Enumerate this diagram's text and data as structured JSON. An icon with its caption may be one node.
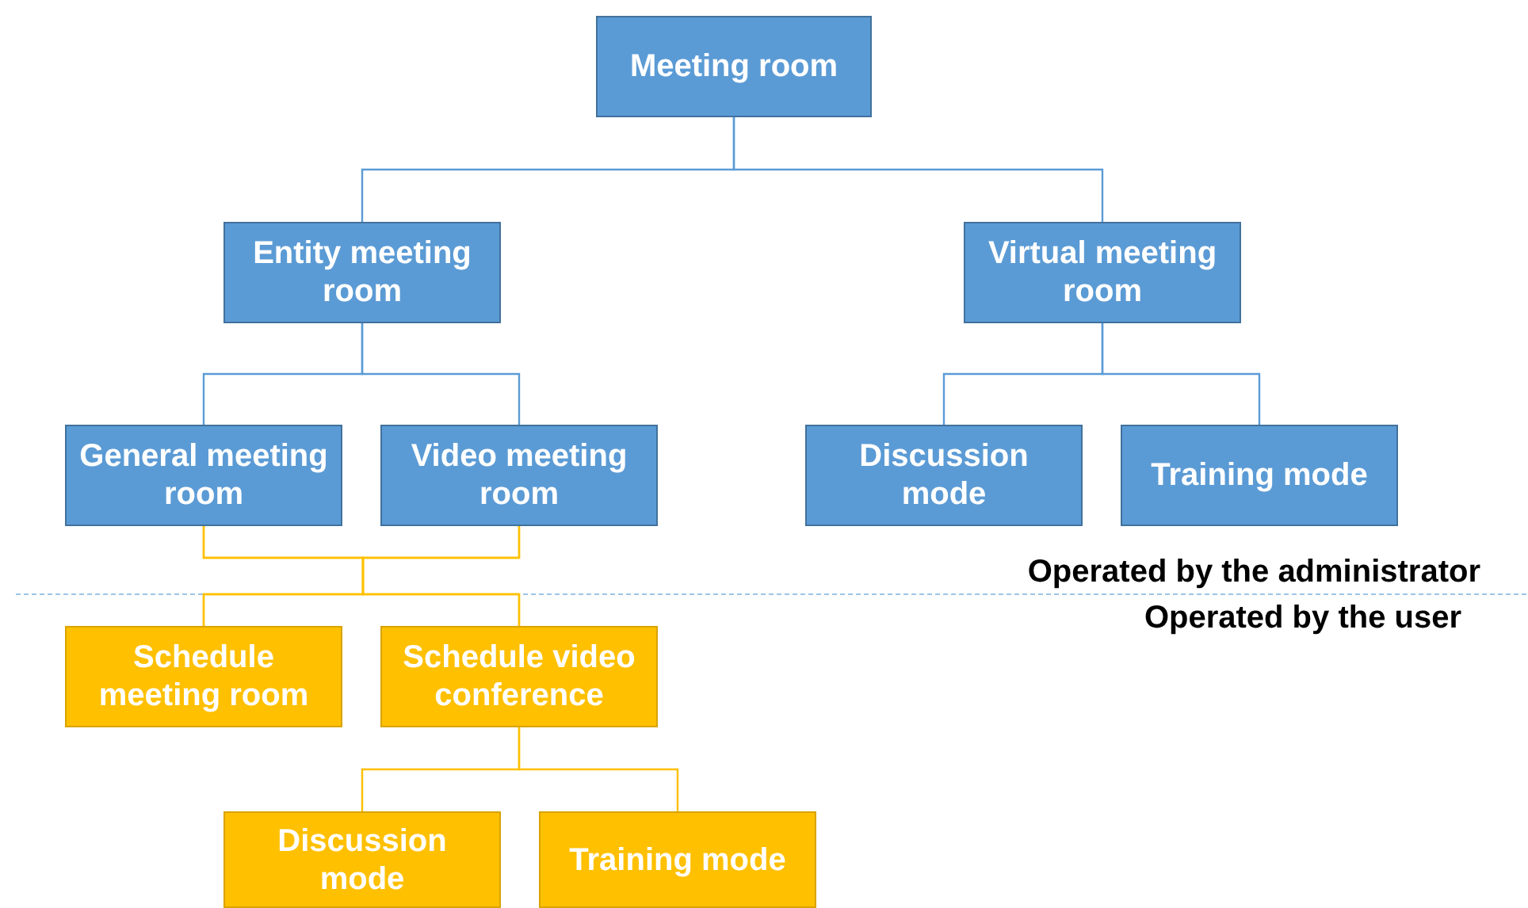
{
  "diagram": {
    "nodes": [
      {
        "text": [
          "Meeting room"
        ]
      },
      {
        "text": [
          "Entity meeting room"
        ]
      },
      {
        "text": [
          "Virtual meeting room"
        ]
      },
      {
        "text": [
          "General meeting room"
        ]
      },
      {
        "text": [
          "Video meeting room"
        ]
      },
      {
        "text": [
          "Discussion mode"
        ]
      },
      {
        "text": [
          "Training mode"
        ]
      },
      {
        "text": [
          "Schedule meeting room"
        ]
      },
      {
        "text": [
          "Schedule video conference"
        ]
      },
      {
        "text": [
          "Discussion mode"
        ]
      },
      {
        "text": [
          "Training mode"
        ]
      }
    ],
    "edges": [
      {
        "from": 0,
        "to": 1,
        "arrow": "none"
      },
      {
        "from": 0,
        "to": 2,
        "arrow": "none"
      },
      {
        "from": 1,
        "to": 3,
        "arrow": "none"
      },
      {
        "from": 1,
        "to": 4,
        "arrow": "none"
      },
      {
        "from": 2,
        "to": 5,
        "arrow": "none"
      },
      {
        "from": 2,
        "to": 6,
        "arrow": "none"
      },
      {
        "from": 3,
        "to": 7,
        "arrow": "none",
        "color": "#ffc000"
      },
      {
        "from": 3,
        "to": 8,
        "arrow": "none",
        "color": "#ffc000"
      },
      {
        "from": 4,
        "to": 7,
        "arrow": "none",
        "color": "#ffc000"
      },
      {
        "from": 4,
        "to": 8,
        "arrow": "none",
        "color": "#ffc000"
      },
      {
        "from": 8,
        "to": 9,
        "arrow": "none",
        "color": "#ffc000"
      },
      {
        "from": 8,
        "to": 10,
        "arrow": "none",
        "color": "#ffc000"
      }
    ],
    "labels": [
      "Operated by the administrator",
      "Operated by the user"
    ]
  }
}
